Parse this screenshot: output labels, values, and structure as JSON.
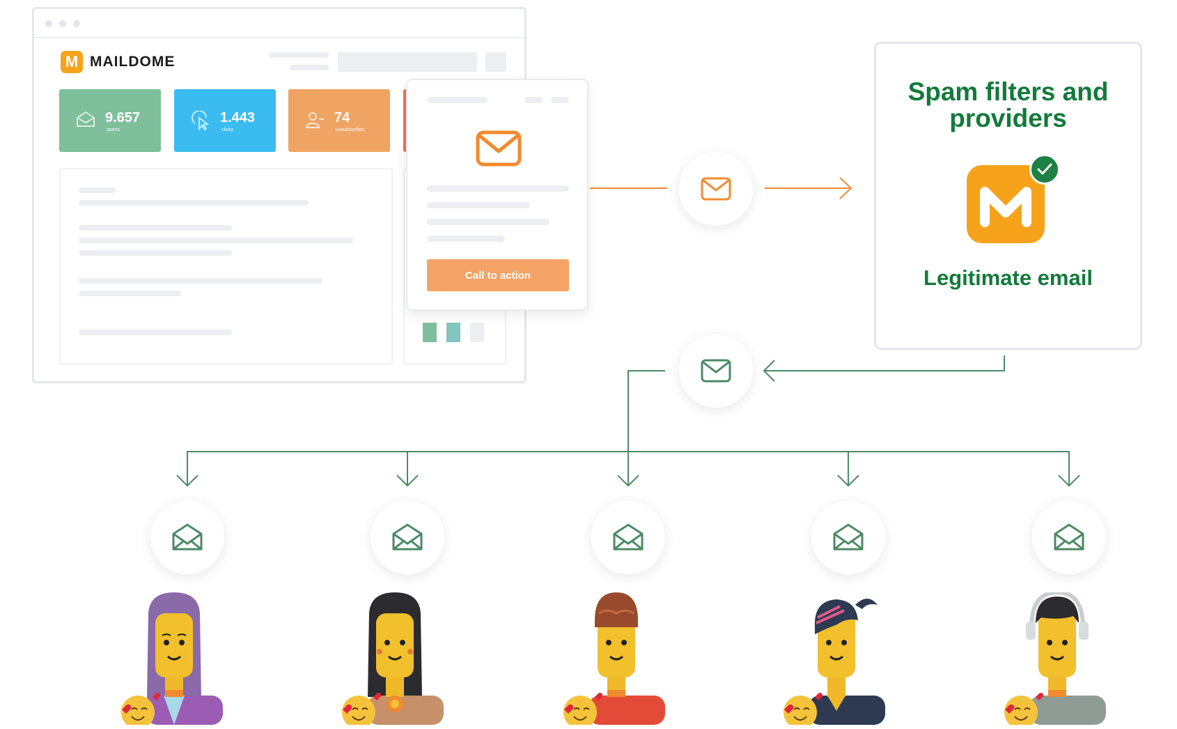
{
  "brand": {
    "name": "MAILDOME",
    "logo_letter": "M"
  },
  "stats": [
    {
      "value": "9.657",
      "label": "opens",
      "color": "#7fbf9c",
      "icon": "open-envelope-icon"
    },
    {
      "value": "1.443",
      "label": "clicks",
      "color": "#3bbcf0",
      "icon": "click-cursor-icon"
    },
    {
      "value": "74",
      "label": "unsubscribes",
      "color": "#f0a463",
      "icon": "user-minus-icon"
    }
  ],
  "email_card": {
    "cta_label": "Call to action"
  },
  "spam_box": {
    "title": "Spam filters and providers",
    "subtitle": "Legitimate email"
  },
  "colors": {
    "orange": "#f28a2e",
    "green": "#4b8a64",
    "brand_green": "#127a3b",
    "brand_orange": "#f6a31b"
  },
  "recipients_count_label": ""
}
